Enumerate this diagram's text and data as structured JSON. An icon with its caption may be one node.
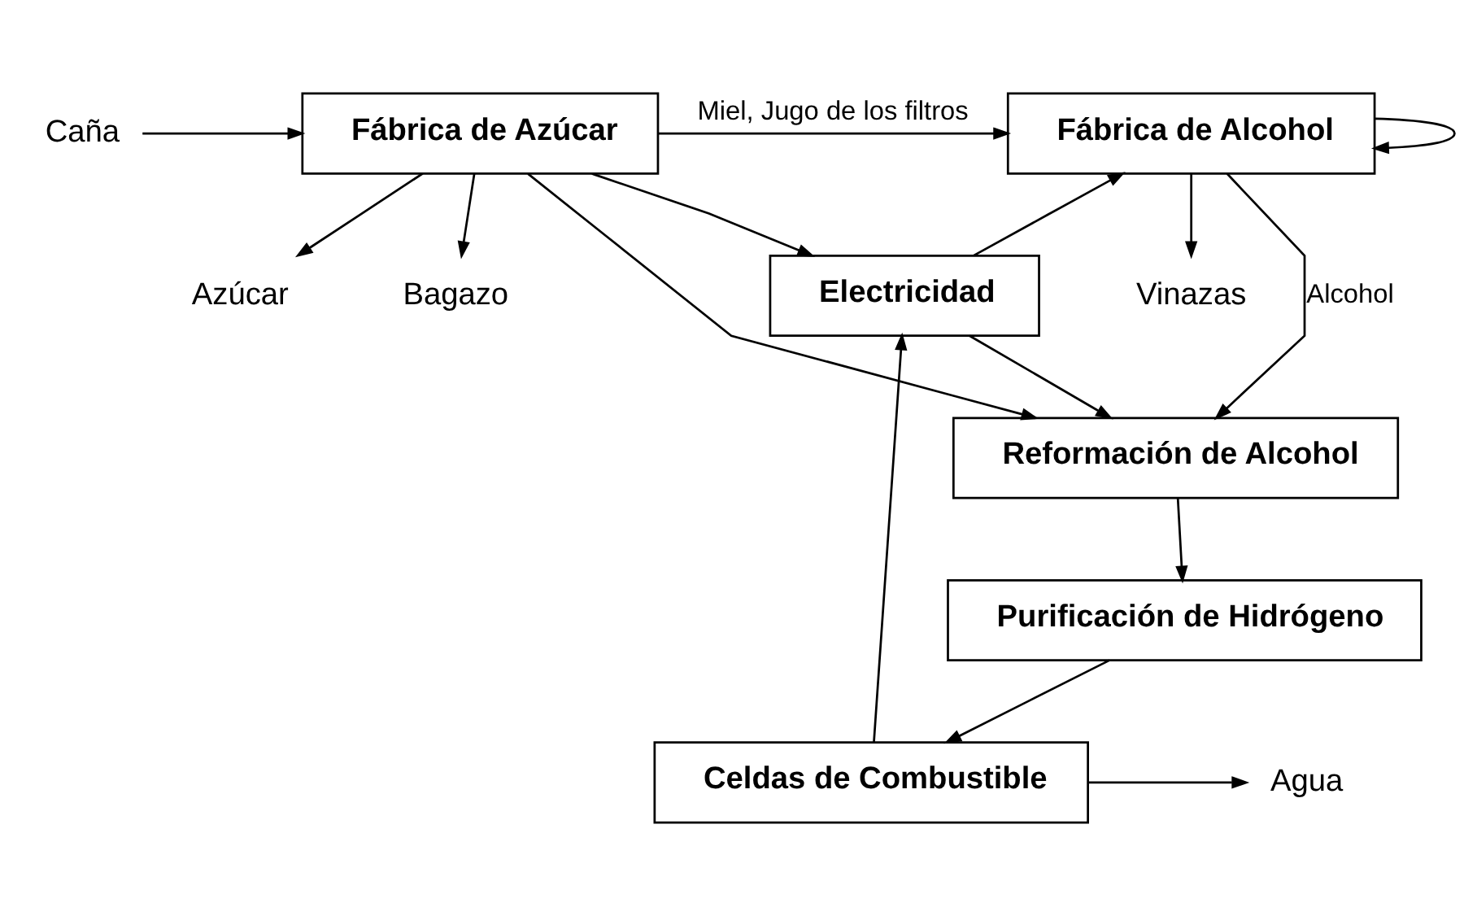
{
  "diagram": {
    "nodes": [
      {
        "text": [
          "Fábrica de Azúcar"
        ]
      },
      {
        "text": [
          "Fábrica de Alcohol"
        ]
      },
      {
        "text": [
          "Electricidad"
        ]
      },
      {
        "text": [
          "Reformación de Alcohol"
        ]
      },
      {
        "text": [
          "Purificación de Hidrógeno"
        ]
      },
      {
        "text": [
          "Celdas de Combustible"
        ]
      },
      {
        "text": [
          "Caña"
        ]
      },
      {
        "text": [
          "Azúcar"
        ]
      },
      {
        "text": [
          "Bagazo"
        ]
      },
      {
        "text": [
          "Vinazas"
        ]
      },
      {
        "text": [
          "Agua"
        ]
      }
    ],
    "edges": [
      {
        "from": 6,
        "to": 0,
        "arrow": "to"
      },
      {
        "from": 0,
        "to": 7,
        "arrow": "to"
      },
      {
        "from": 0,
        "to": 8,
        "arrow": "to"
      },
      {
        "from": 0,
        "to": 1,
        "arrow": "to",
        "label": "Miel, Jugo de los filtros"
      },
      {
        "from": 0,
        "to": 2,
        "arrow": "to"
      },
      {
        "from": 0,
        "to": 3,
        "arrow": "to"
      },
      {
        "from": 2,
        "to": 1,
        "arrow": "to"
      },
      {
        "from": 2,
        "to": 3,
        "arrow": "to"
      },
      {
        "from": 1,
        "to": 3,
        "arrow": "to",
        "label": "Alcohol"
      },
      {
        "from": 1,
        "to": 9,
        "arrow": "to"
      },
      {
        "from": 1,
        "to": 1,
        "arrow": "to"
      },
      {
        "from": 3,
        "to": 4,
        "arrow": "to"
      },
      {
        "from": 4,
        "to": 5,
        "arrow": "to"
      },
      {
        "from": 5,
        "to": 2,
        "arrow": "to"
      },
      {
        "from": 5,
        "to": 10,
        "arrow": "to"
      }
    ]
  }
}
